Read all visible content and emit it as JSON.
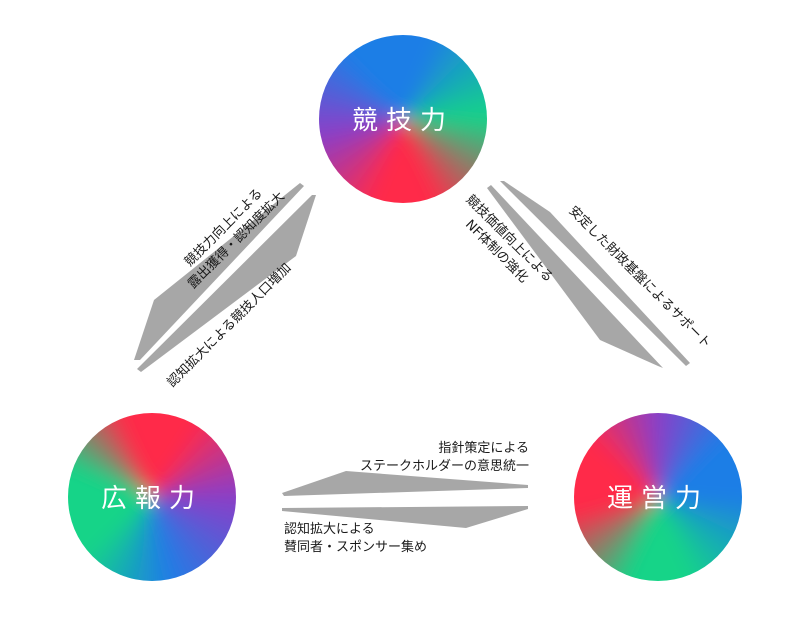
{
  "nodes": {
    "top": {
      "label": "競技力"
    },
    "bottom_left": {
      "label": "広報力"
    },
    "bottom_right": {
      "label": "運営力"
    }
  },
  "edges": {
    "left_outer": {
      "line1": "競技力向上による",
      "line2": "露出獲得・認知度拡大"
    },
    "left_inner": {
      "line1": "認知拡大による競技人口増加"
    },
    "right_outer": {
      "line1": "安定した財政基盤によるサポート"
    },
    "right_inner": {
      "line1": "競技価値向上による",
      "line2": "NF体制の強化"
    },
    "bottom_upper": {
      "line1": "指針策定による",
      "line2": "ステークホルダーの意思統一"
    },
    "bottom_lower": {
      "line1": "認知拡大による",
      "line2": "賛同者・スポンサー集め"
    }
  },
  "colors": {
    "red": "#ff2a4a",
    "green": "#12d488",
    "blue": "#1e7ee6",
    "purple": "#8a3fc8",
    "arrow": "#a7a7a7"
  }
}
